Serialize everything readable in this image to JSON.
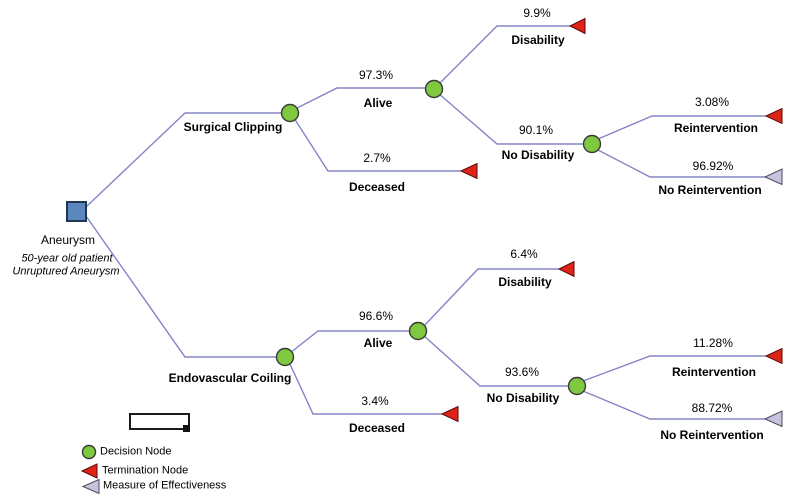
{
  "colors": {
    "branch_line": "#8585C6",
    "decision_node": "#7EC93F",
    "termination_node": "#E02318",
    "effectiveness_node": "#C9C2DC",
    "root_node": "#5B87BE"
  },
  "root": {
    "label": "Aneurysm",
    "description_line1": "50-year old patient",
    "description_line2": "Unruptured Aneurysm"
  },
  "tree": {
    "surgical": {
      "label": "Surgical Clipping",
      "alive": {
        "prob": "97.3%",
        "label": "Alive"
      },
      "deceased": {
        "prob": "2.7%",
        "label": "Deceased"
      },
      "disability": {
        "prob": "9.9%",
        "label": "Disability"
      },
      "no_disability": {
        "prob": "90.1%",
        "label": "No Disability"
      },
      "reintervention": {
        "prob": "3.08%",
        "label": "Reintervention"
      },
      "no_reintervention": {
        "prob": "96.92%",
        "label": "No Reintervention"
      }
    },
    "endovascular": {
      "label": "Endovascular Coiling",
      "alive": {
        "prob": "96.6%",
        "label": "Alive"
      },
      "deceased": {
        "prob": "3.4%",
        "label": "Deceased"
      },
      "disability": {
        "prob": "6.4%",
        "label": "Disability"
      },
      "no_disability": {
        "prob": "93.6%",
        "label": "No Disability"
      },
      "reintervention": {
        "prob": "11.28%",
        "label": "Reintervention"
      },
      "no_reintervention": {
        "prob": "88.72%",
        "label": "No Reintervention"
      }
    }
  },
  "legend": {
    "decision": "Decision Node",
    "termination": "Termination Node",
    "effectiveness": "Measure of Effectiveness"
  }
}
